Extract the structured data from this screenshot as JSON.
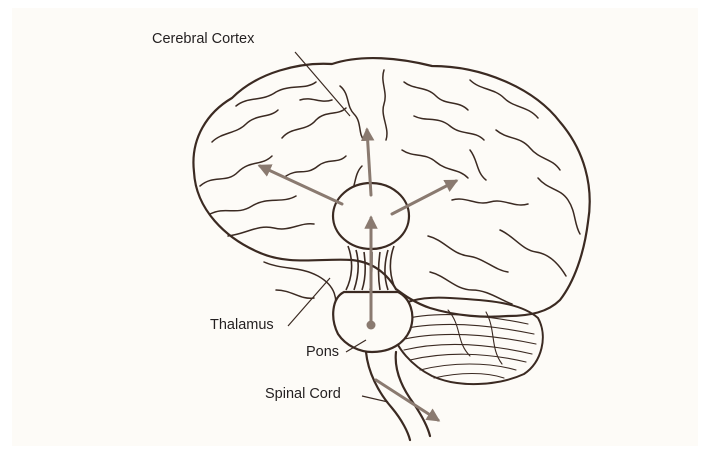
{
  "diagram": {
    "labels": {
      "cortex": "Cerebral Cortex",
      "thalamus": "Thalamus",
      "pons": "Pons",
      "spinal_cord": "Spinal Cord"
    },
    "colors": {
      "background": "#fdfbf7",
      "outline": "#3b2a22",
      "arrow": "#8a7a70",
      "text": "#231f20"
    }
  }
}
